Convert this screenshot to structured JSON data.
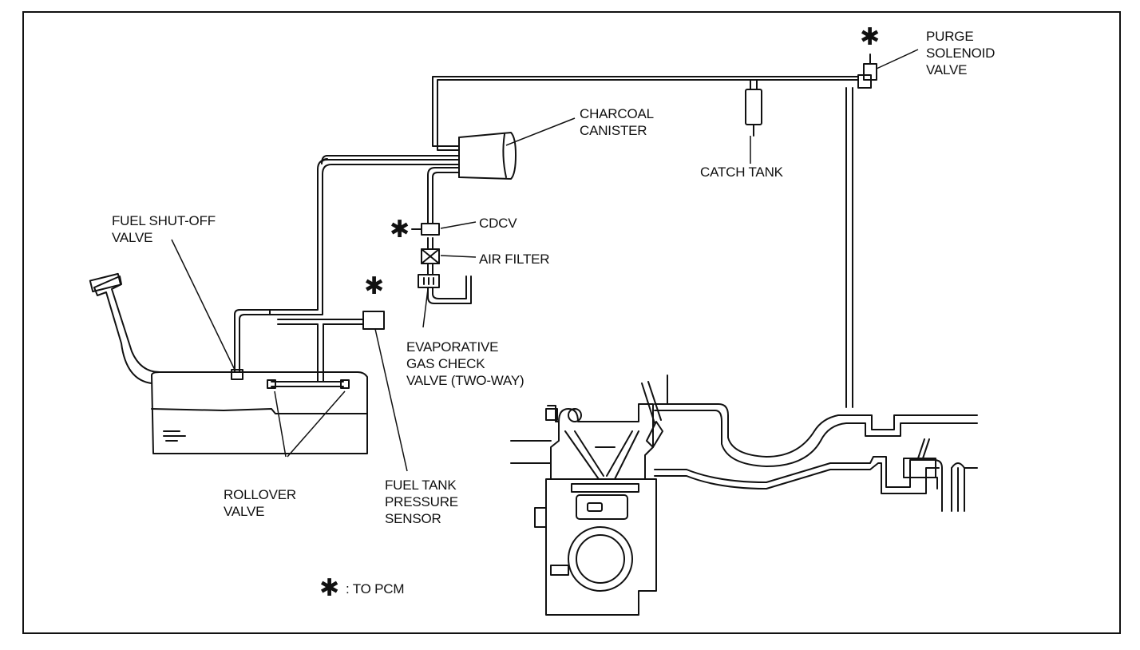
{
  "labels": {
    "purge": "PURGE\nSOLENOID\nVALVE",
    "canister": "CHARCOAL\nCANISTER",
    "catch_tank": "CATCH TANK",
    "shutoff": "FUEL SHUT-OFF\nVALVE",
    "cdcv": "CDCV",
    "air_filter": "AIR FILTER",
    "check_valve": "EVAPORATIVE\nGAS CHECK\nVALVE (TWO-WAY)",
    "rollover": "ROLLOVER\nVALVE",
    "pressure_sensor": "FUEL TANK\nPRESSURE\nSENSOR",
    "legend": ": TO PCM"
  },
  "star_glyph": "✱",
  "line_color": "#111111",
  "background": "#ffffff"
}
